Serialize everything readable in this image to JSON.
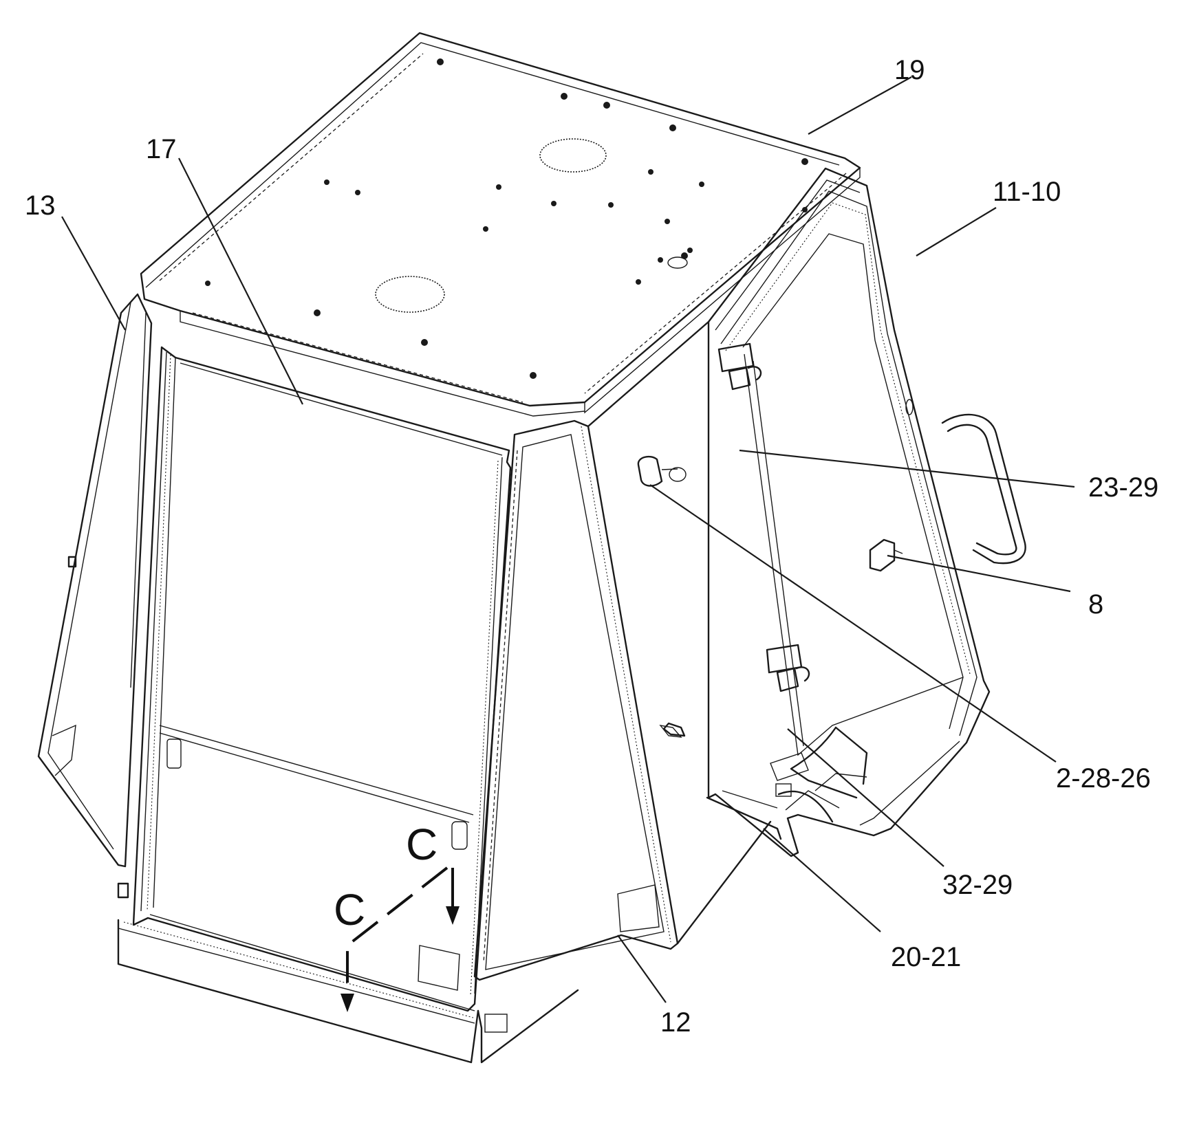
{
  "callouts": {
    "c19": "19",
    "c17": "17",
    "c13": "13",
    "c11_10": "11-10",
    "c23_29": "23-29",
    "c8": "8",
    "c2_28_26": "2-28-26",
    "c32_29": "32-29",
    "c20_21": "20-21",
    "c12": "12"
  },
  "section_marks": {
    "upper": "C",
    "lower": "C"
  }
}
